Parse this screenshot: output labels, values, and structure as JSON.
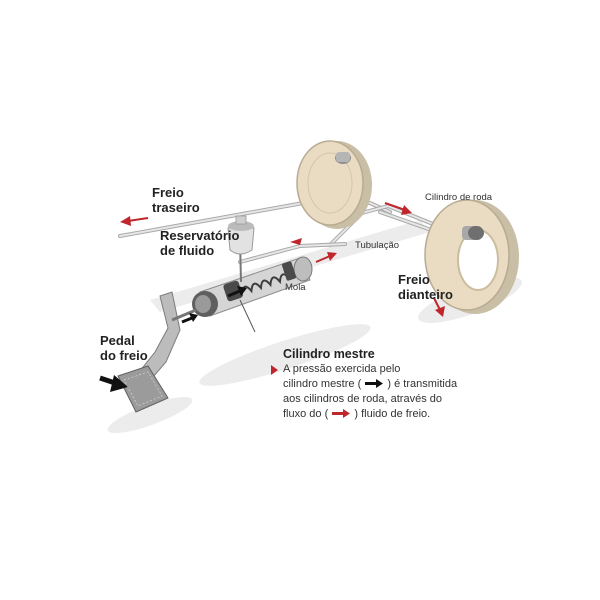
{
  "labels": {
    "rear_brake": [
      "Freio",
      "traseiro"
    ],
    "reservoir": [
      "Reservatório",
      "de fluido"
    ],
    "tubing": "Tubulação",
    "wheel_cylinder": "Cilindro de roda",
    "front_brake": [
      "Freio",
      "dianteiro"
    ],
    "spring": "Mola",
    "pedal": [
      "Pedal",
      "do freio"
    ]
  },
  "description": {
    "title": "Cilindro mestre",
    "line1": "A pressão exercida pelo",
    "line2_pre": "cilindro mestre (",
    "line2_post": ") é transmitida",
    "line3": "aos cilindros de roda, através do",
    "line4_pre": "fluxo do  (",
    "line4_post": ") fluido de freio."
  },
  "colors": {
    "fluid_arrow": "#c0272d",
    "pressure_arrow": "#111111",
    "drum": "#e9dcc3",
    "tubing": "#cfcfcf"
  }
}
